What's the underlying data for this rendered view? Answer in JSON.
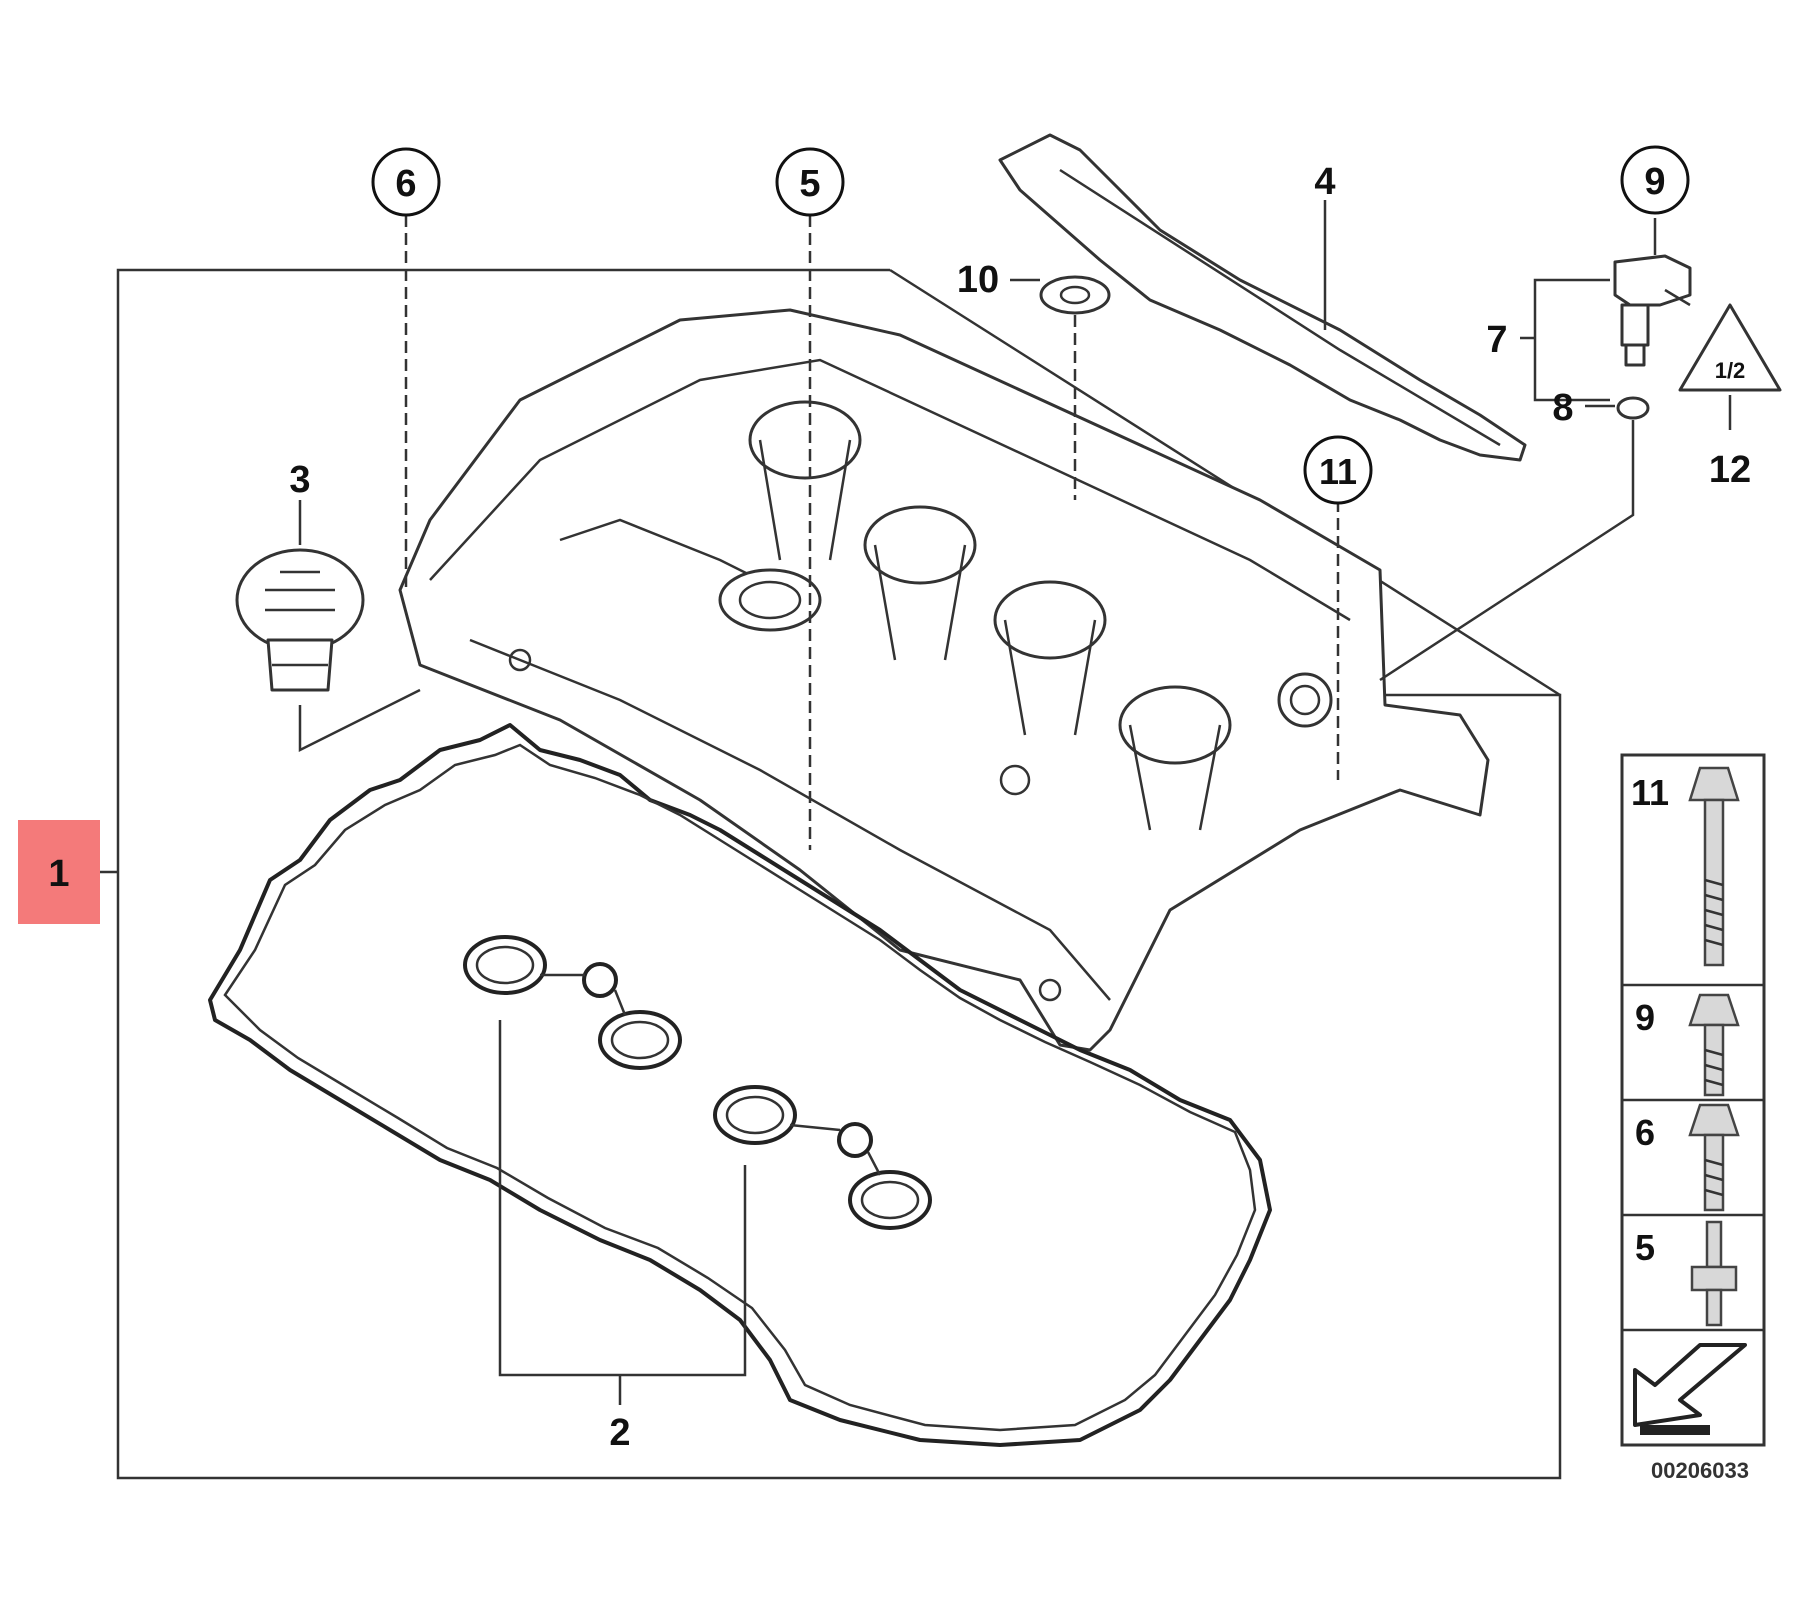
{
  "callouts": {
    "c1": "1",
    "c2": "2",
    "c3": "3",
    "c4": "4",
    "c5": "5",
    "c6": "6",
    "c7": "7",
    "c8": "8",
    "c9": "9",
    "c10": "10",
    "c11": "11",
    "c12": "12"
  },
  "fastener_panel": {
    "row1": "11",
    "row2": "9",
    "row3": "6",
    "row4": "5"
  },
  "reference_number": "00206033",
  "colors": {
    "highlight": "#f47a7a",
    "line": "#333333"
  }
}
